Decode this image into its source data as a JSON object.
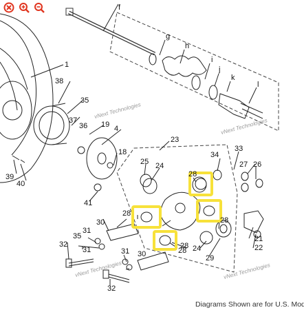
{
  "toolbar": {
    "icons": [
      "close-icon",
      "zoom-in-icon",
      "zoom-out-icon"
    ],
    "accent_color": "#e0341e"
  },
  "diagram": {
    "callouts": [
      "f",
      "g",
      "h",
      "i",
      "j",
      "k",
      "l",
      "1",
      "38",
      "35",
      "37",
      "36",
      "19",
      "4",
      "18",
      "39",
      "40",
      "41",
      "23",
      "25",
      "24",
      "34",
      "33",
      "26",
      "27",
      "28",
      "28",
      "28",
      "21",
      "22",
      "28",
      "30",
      "31",
      "35",
      "32",
      "31",
      "24",
      "29",
      "28",
      "31",
      "30",
      "32"
    ],
    "highlight_color": "#f7e13a",
    "watermark": "vNext Technologies"
  },
  "footer": {
    "note": "Diagrams Shown are for U.S. Models"
  }
}
